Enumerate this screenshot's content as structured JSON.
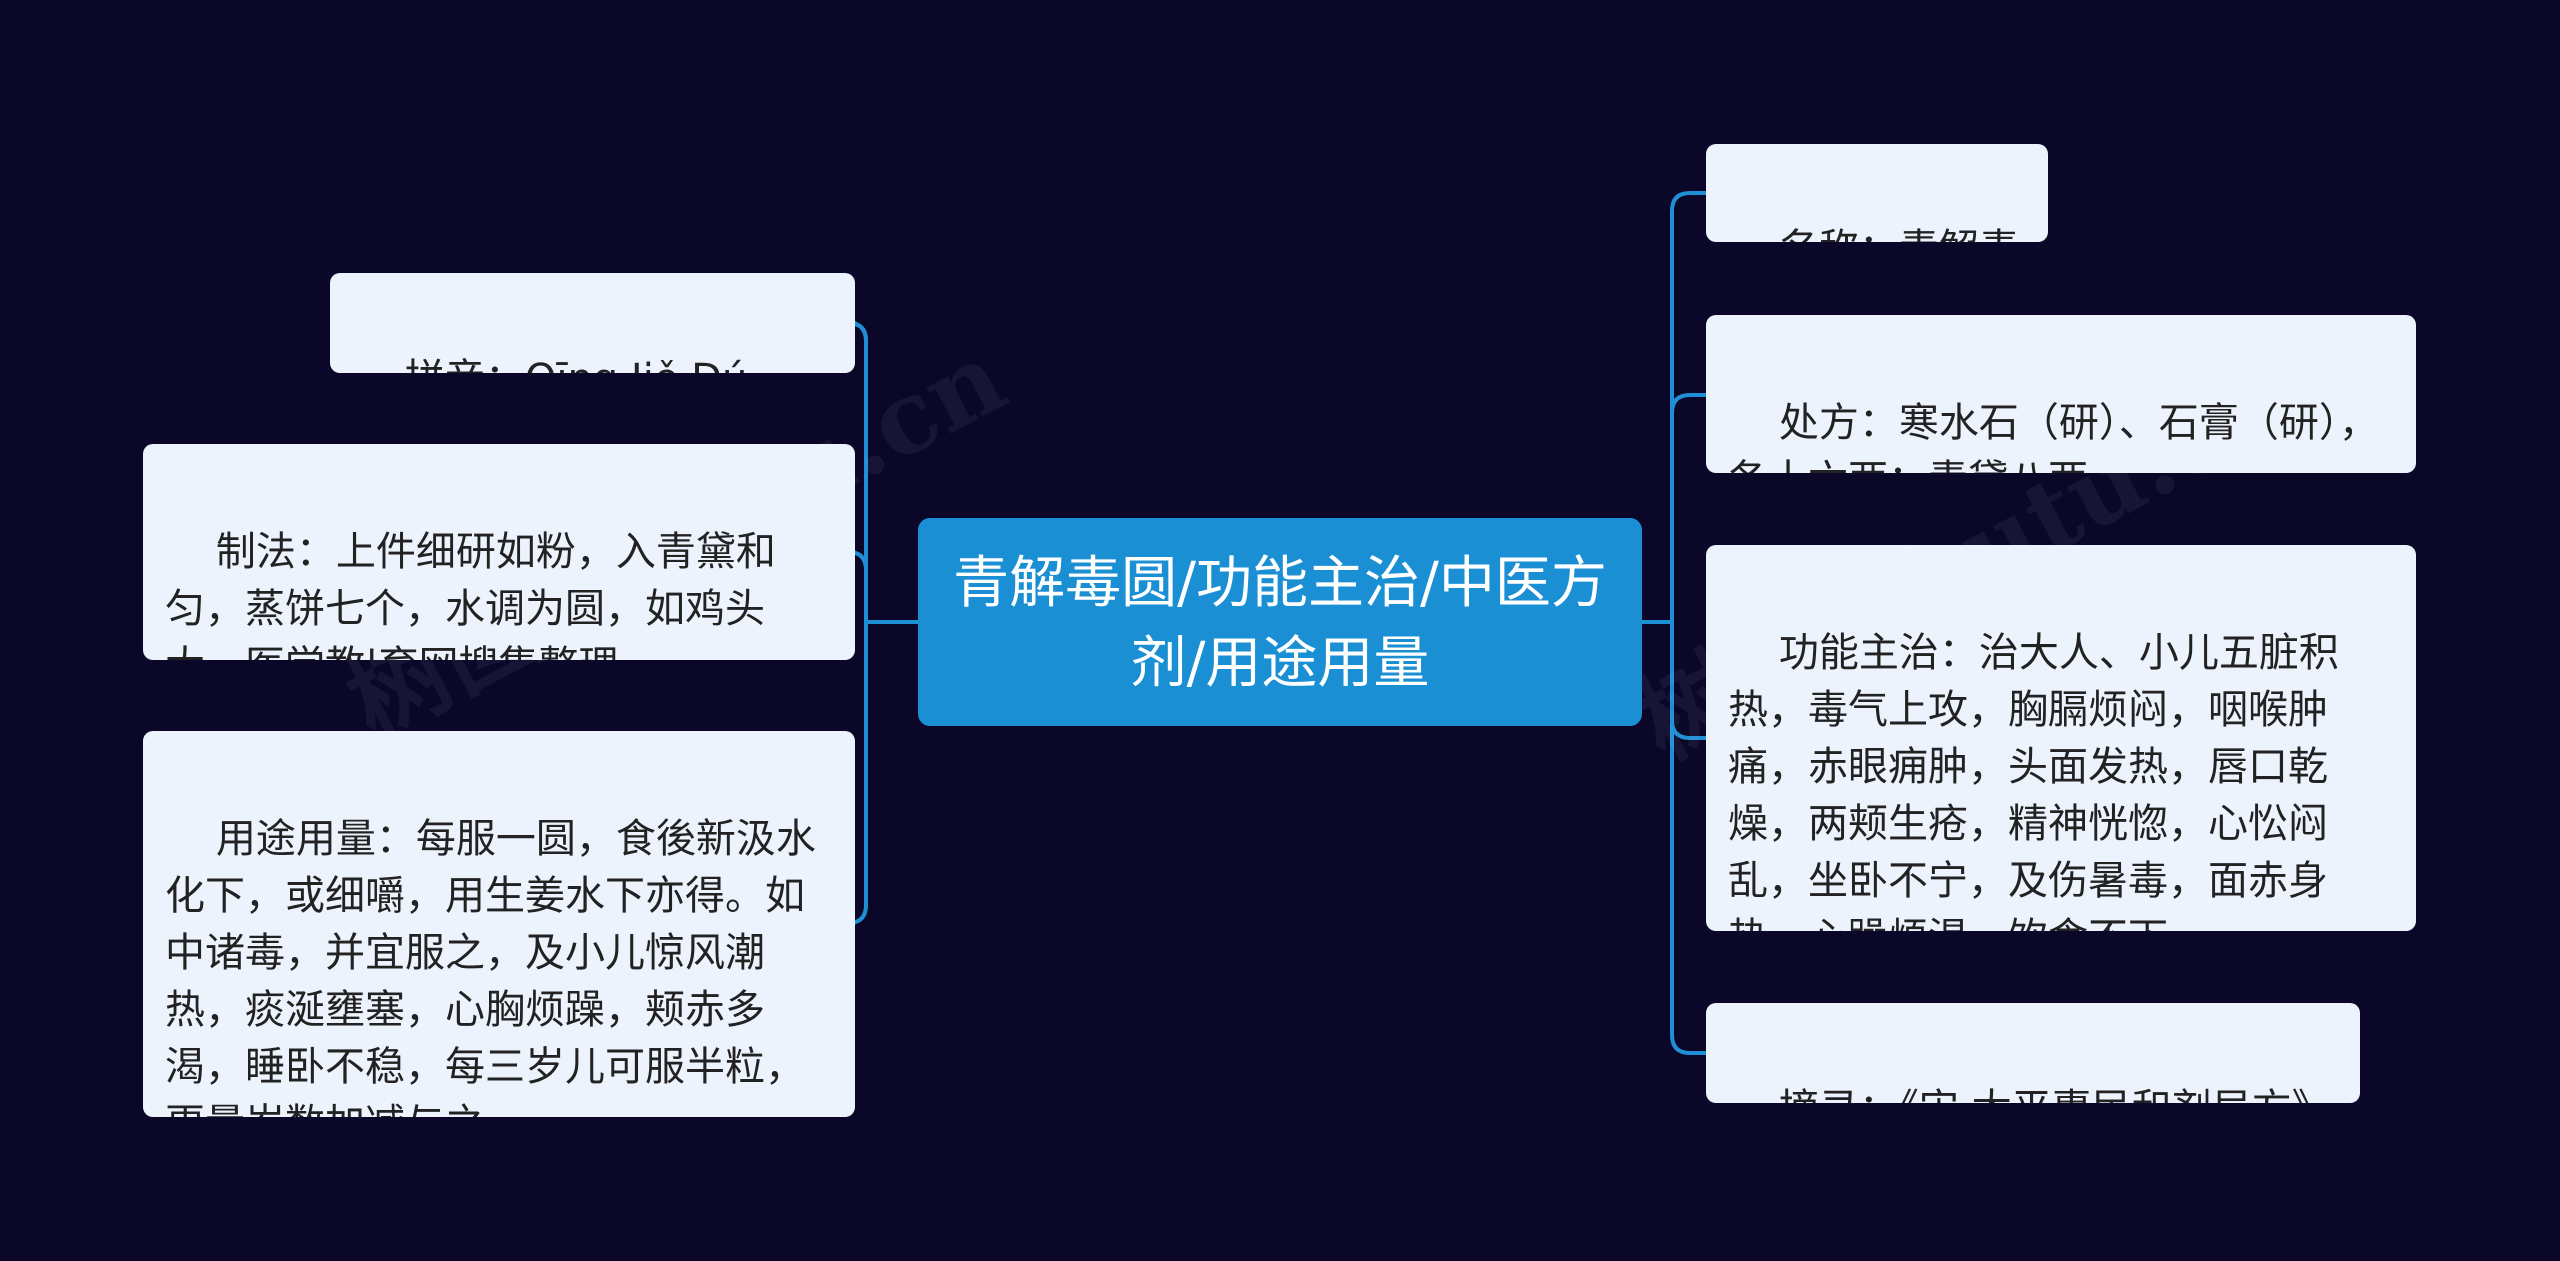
{
  "center": {
    "label": "青解毒圆/功能主治/中医方剂/用途用量"
  },
  "left_nodes": [
    {
      "id": "pinyin",
      "text": "拼音：Qīng Jiě Dú Yuán"
    },
    {
      "id": "zhifa",
      "text": "制法：上件细研如粉，入青黛和匀，蒸饼七个，水调为圆，如鸡头大。医学教|育网搜集整理"
    },
    {
      "id": "yongtu",
      "text": "用途用量：每服一圆，食後新汲水化下，或细嚼，用生姜水下亦得。如中诸毒，并宜服之，及小儿惊风潮热，痰涎壅塞，心胸烦躁，颊赤多渴，睡卧不稳，每三岁儿可服半粒，更量岁数加减与之。"
    }
  ],
  "right_nodes": [
    {
      "id": "mingcheng",
      "text": "名称：青解毒圆"
    },
    {
      "id": "chufang",
      "text": "处方：寒水石（研）、石膏（研），各十六两；青黛八两。"
    },
    {
      "id": "gongneng",
      "text": "功能主治：治大人、小儿五脏积热，毒气上攻，胸膈烦闷，咽喉肿痛，赤眼痈肿，头面发热，唇口乾燥，两颊生疮，精神恍惚，心忪闷乱，坐卧不宁，及伤暑毒，面赤身热，心躁烦渴，饮食不下。"
    },
    {
      "id": "zhailu",
      "text": "摘录：《宋·太平惠民和剂局方》"
    }
  ],
  "watermark": {
    "text": "树图 shutu.cn"
  },
  "colors": {
    "background": "#0b0728",
    "center_fill": "#1a8fd4",
    "node_fill": "#edf3fd",
    "connector": "#1f8fd6"
  }
}
